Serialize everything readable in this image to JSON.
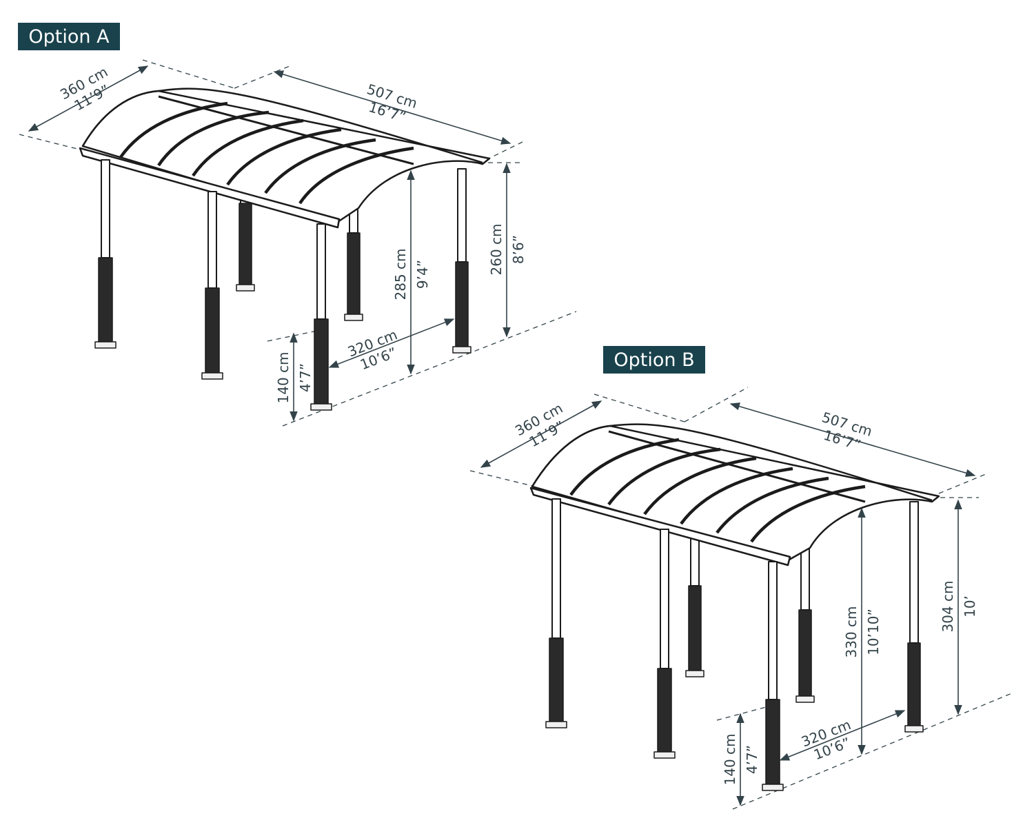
{
  "colors": {
    "label_background": "#19424c",
    "label_text": "#ffffff",
    "dimension": "#33434a",
    "structure": "#1b1b1b"
  },
  "option_a": {
    "label": "Option A",
    "width": {
      "metric": "360 cm",
      "imperial": "11’9”"
    },
    "length": {
      "metric": "507 cm",
      "imperial": "16’7”"
    },
    "total_height": {
      "metric": "285 cm",
      "imperial": "9’4”"
    },
    "eave_height": {
      "metric": "260 cm",
      "imperial": "8’6”"
    },
    "post_spacing": {
      "metric": "320 cm",
      "imperial": "10’6”"
    },
    "base_height": {
      "metric": "140 cm",
      "imperial": "4’7”"
    }
  },
  "option_b": {
    "label": "Option B",
    "width": {
      "metric": "360 cm",
      "imperial": "11’9”"
    },
    "length": {
      "metric": "507 cm",
      "imperial": "16’7”"
    },
    "total_height": {
      "metric": "330 cm",
      "imperial": "10’10”"
    },
    "eave_height": {
      "metric": "304 cm",
      "imperial": "10’"
    },
    "post_spacing": {
      "metric": "320 cm",
      "imperial": "10’6”"
    },
    "base_height": {
      "metric": "140 cm",
      "imperial": "4’7”"
    }
  }
}
